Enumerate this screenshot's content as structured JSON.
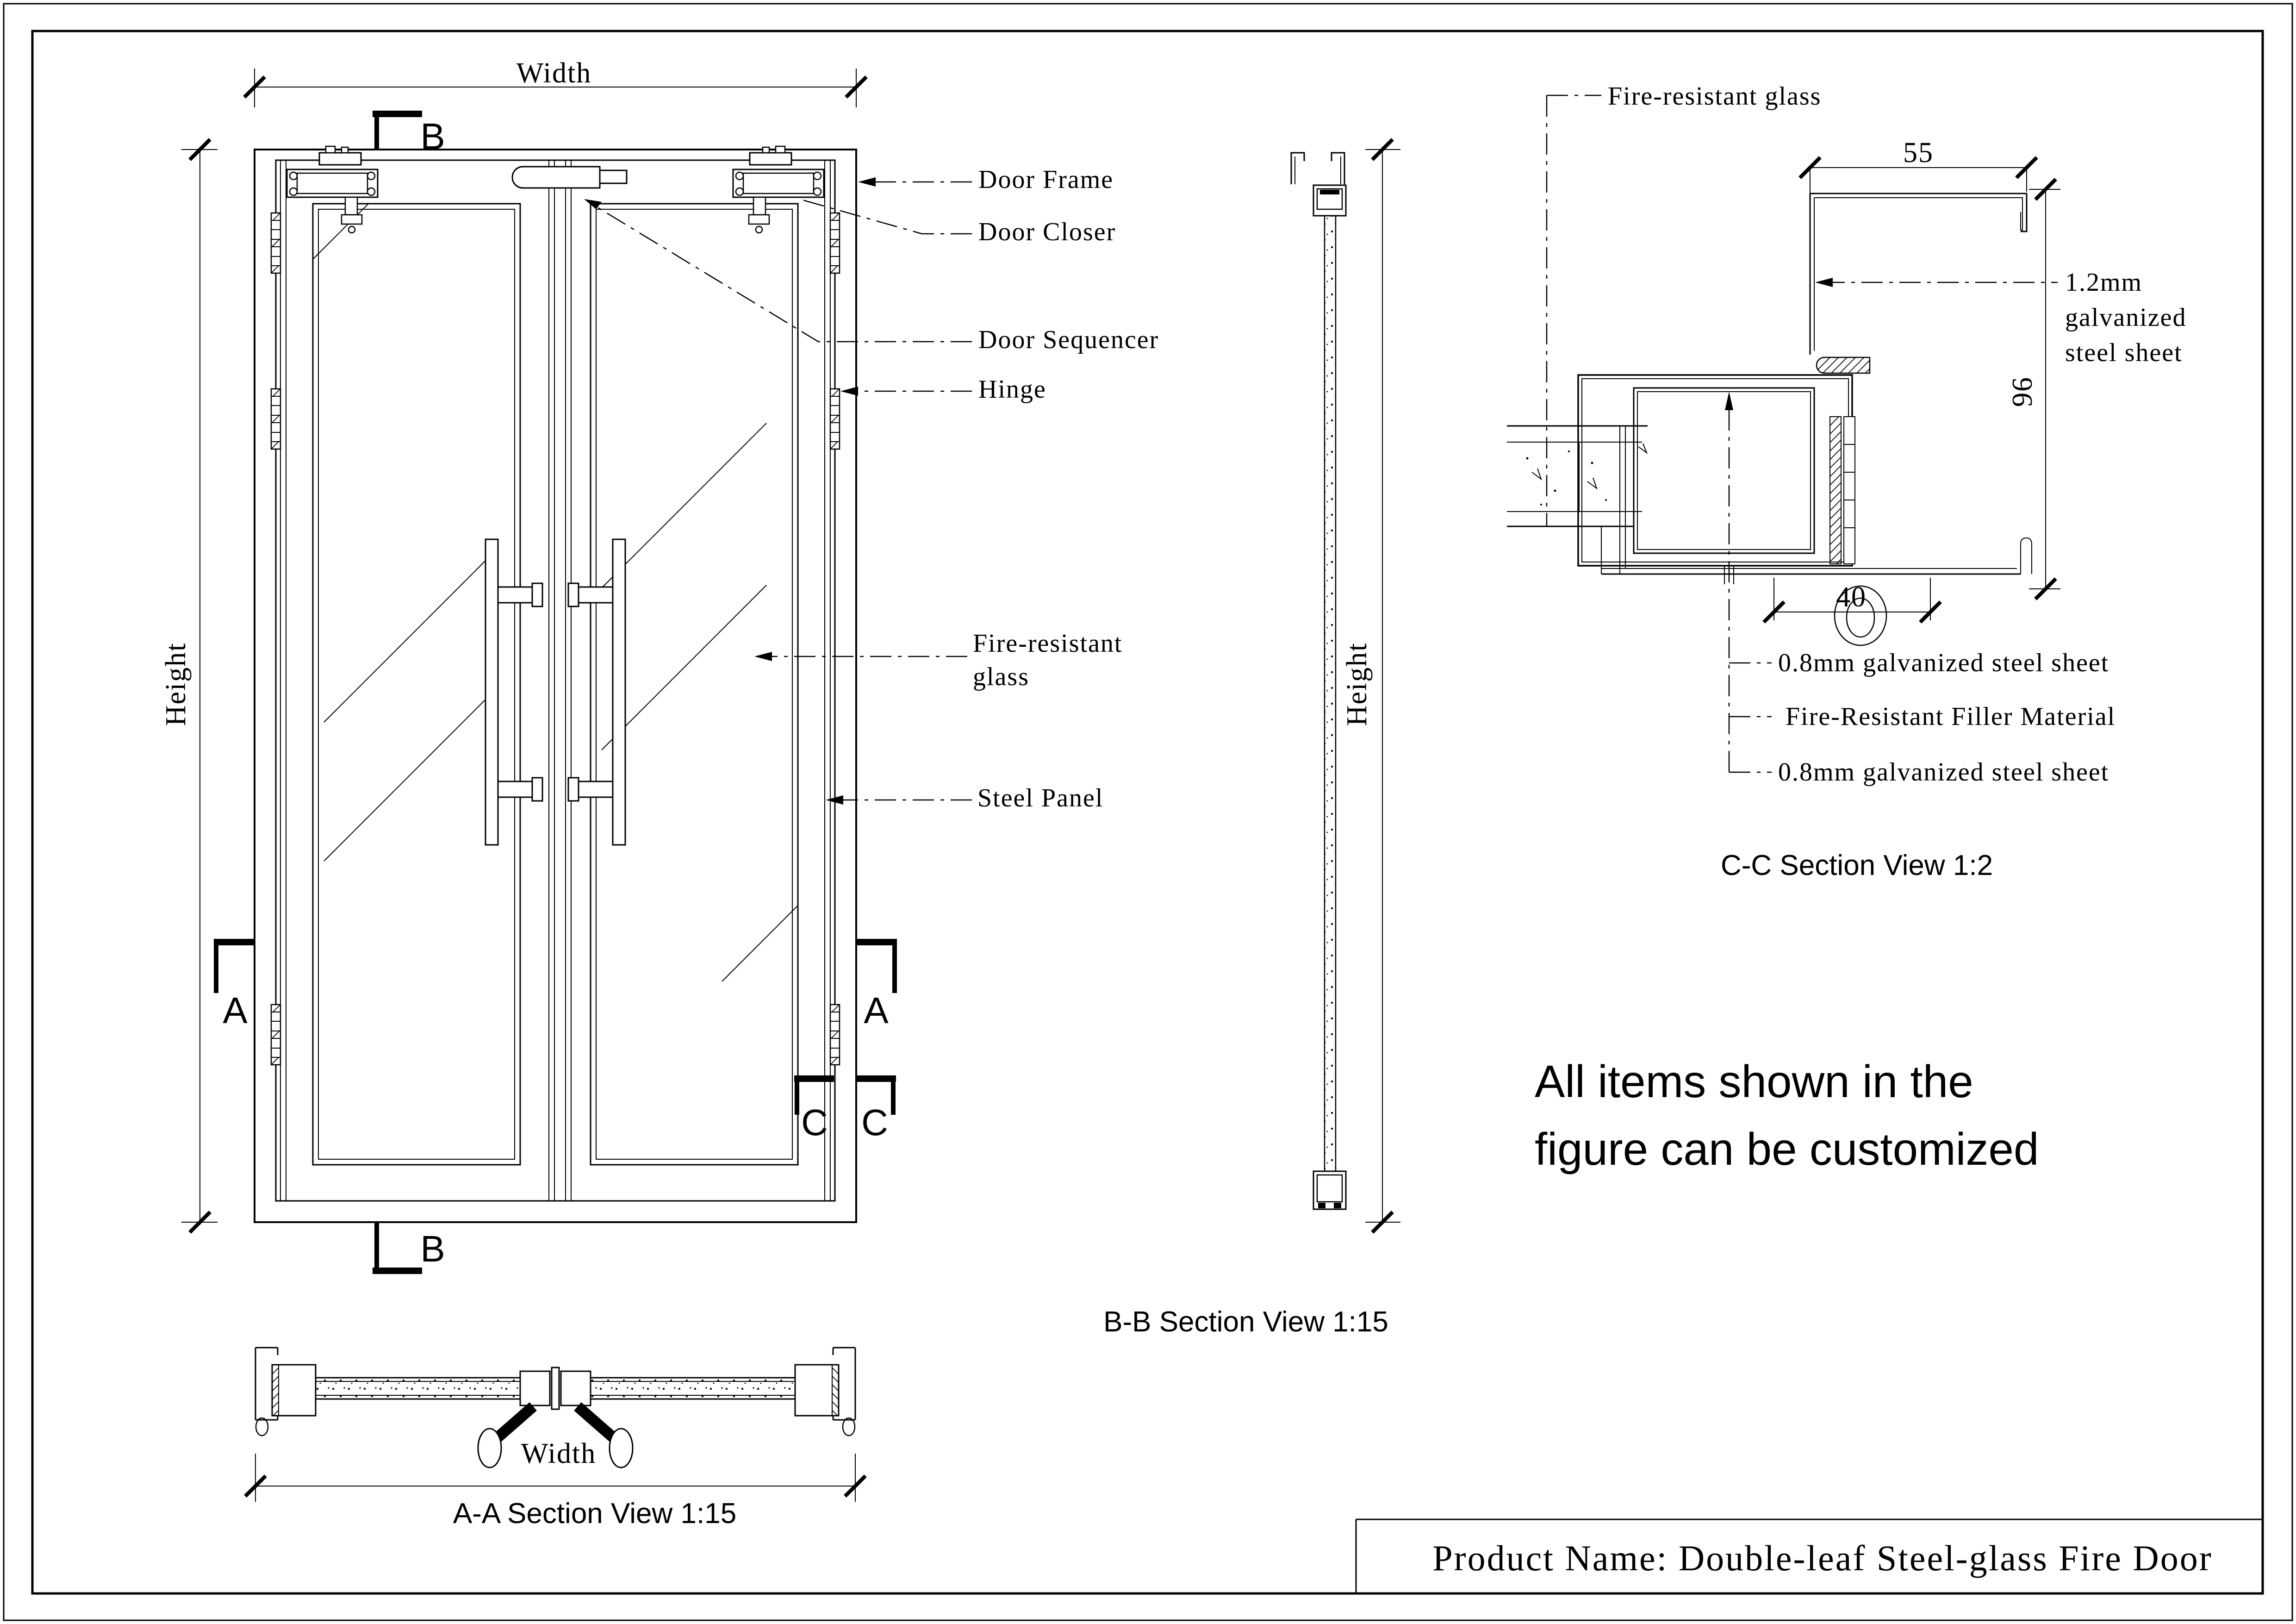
{
  "elevation": {
    "labels": {
      "door_frame": "Door Frame",
      "door_closer": "Door Closer",
      "door_sequencer": "Door Sequencer",
      "hinge": "Hinge",
      "fire_glass_line1": "Fire-resistant",
      "fire_glass_line2": "glass",
      "steel_panel": "Steel Panel"
    },
    "dims": {
      "width": "Width",
      "height": "Height"
    },
    "markers": {
      "b_top": "B",
      "b_bottom": "B",
      "a_left": "A",
      "a_right": "A",
      "c_left": "C",
      "c_right": "C"
    }
  },
  "section_aa": {
    "title": "A-A Section View 1:15",
    "dim_width": "Width"
  },
  "section_bb": {
    "title": "B-B Section View 1:15",
    "dim_height": "Height"
  },
  "section_cc": {
    "title": "C-C Section View 1:2",
    "labels": {
      "fire_glass": "Fire-resistant glass",
      "sheet12_line1": "1.2mm",
      "sheet12_line2": "galvanized",
      "sheet12_line3": "steel sheet",
      "sheet08_top": "0.8mm galvanized steel sheet",
      "filler": "Fire-Resistant Filler Material",
      "sheet08_bottom": "0.8mm galvanized steel sheet"
    },
    "dims": {
      "d55": "55",
      "d96": "96",
      "d40": "40"
    }
  },
  "note": {
    "line1": "All items shown in the",
    "line2": "figure can be customized"
  },
  "title_block": {
    "product_name": "Product Name: Double-leaf Steel-glass Fire Door"
  }
}
